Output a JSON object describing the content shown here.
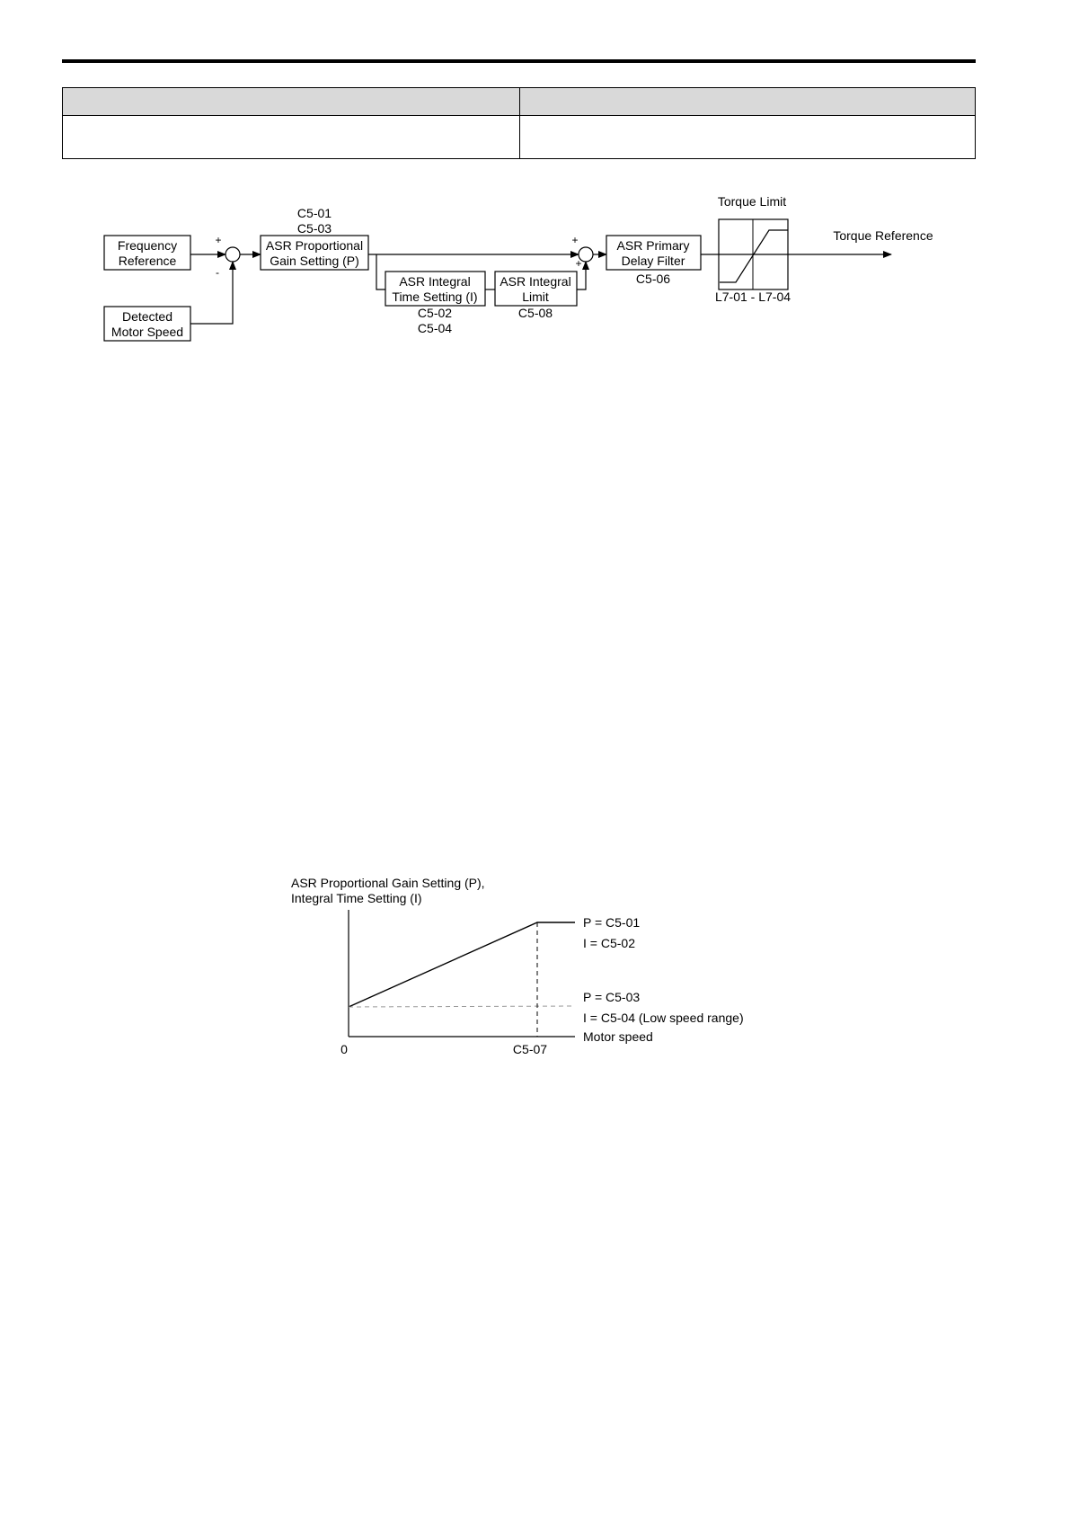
{
  "header_table": {
    "columns": [
      "",
      ""
    ],
    "rows": [
      [
        "",
        ""
      ]
    ]
  },
  "block_diagram": {
    "frequency_reference": [
      "Frequency",
      "Reference"
    ],
    "detected_motor_speed": [
      "Detected",
      "Motor Speed"
    ],
    "sum1_plus": "+",
    "sum1_minus": "-",
    "asr_p_params": [
      "C5-01",
      "C5-03"
    ],
    "asr_p_block": [
      "ASR Proportional",
      "Gain Setting (P)"
    ],
    "asr_i_block": [
      "ASR Integral",
      "Time Setting (I)"
    ],
    "asr_i_params": [
      "C5-02",
      "C5-04"
    ],
    "asr_i_limit_block": [
      "ASR Integral",
      "Limit"
    ],
    "asr_i_limit_param": "C5-08",
    "sum2_plus_top": "+",
    "sum2_plus_bottom": "+",
    "delay_filter_block": [
      "ASR Primary",
      "Delay Filter"
    ],
    "delay_filter_param": "C5-06",
    "torque_limit_title": "Torque Limit",
    "torque_limit_params": "L7-01 - L7-04",
    "torque_reference": "Torque Reference"
  },
  "gain_chart": {
    "y_title": [
      "ASR Proportional Gain Setting (P),",
      "Integral Time Setting (I)"
    ],
    "origin_label": "0",
    "x_mark_label": "C5-07",
    "high_p": "P = C5-01",
    "high_i": "I = C5-02",
    "low_p": "P = C5-03",
    "low_i": "I = C5-04  (Low speed range)",
    "x_axis_label": "Motor speed"
  }
}
